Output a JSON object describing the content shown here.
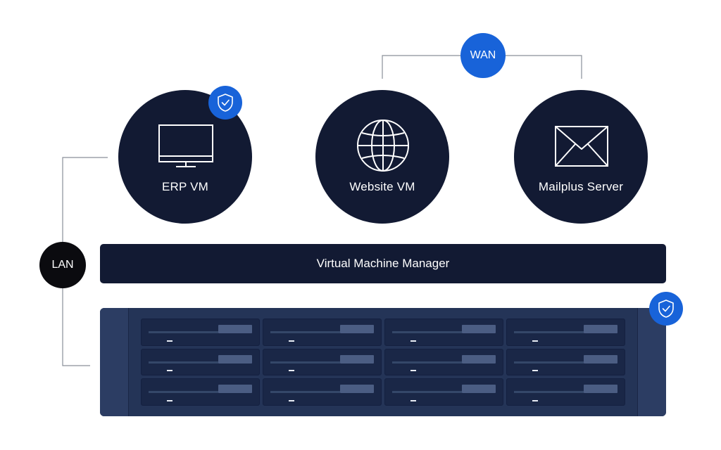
{
  "vms": [
    {
      "id": "erp",
      "label": "ERP VM",
      "icon": "monitor-icon",
      "protected": true
    },
    {
      "id": "website",
      "label": "Website VM",
      "icon": "globe-icon",
      "protected": false
    },
    {
      "id": "mailplus",
      "label": "Mailplus Server",
      "icon": "mail-icon",
      "protected": false
    }
  ],
  "network": {
    "wan_label": "WAN",
    "lan_label": "LAN"
  },
  "vmm_label": "Virtual Machine Manager",
  "nas": {
    "bay_rows": 3,
    "bay_columns": 4,
    "protected": true,
    "icon": "shield-check-icon"
  },
  "colors": {
    "navy": "#121a33",
    "accent_blue": "#1863d9",
    "lan_black": "#0b0b0f",
    "nas_body": "#243457",
    "line_gray": "#8a8f99"
  }
}
